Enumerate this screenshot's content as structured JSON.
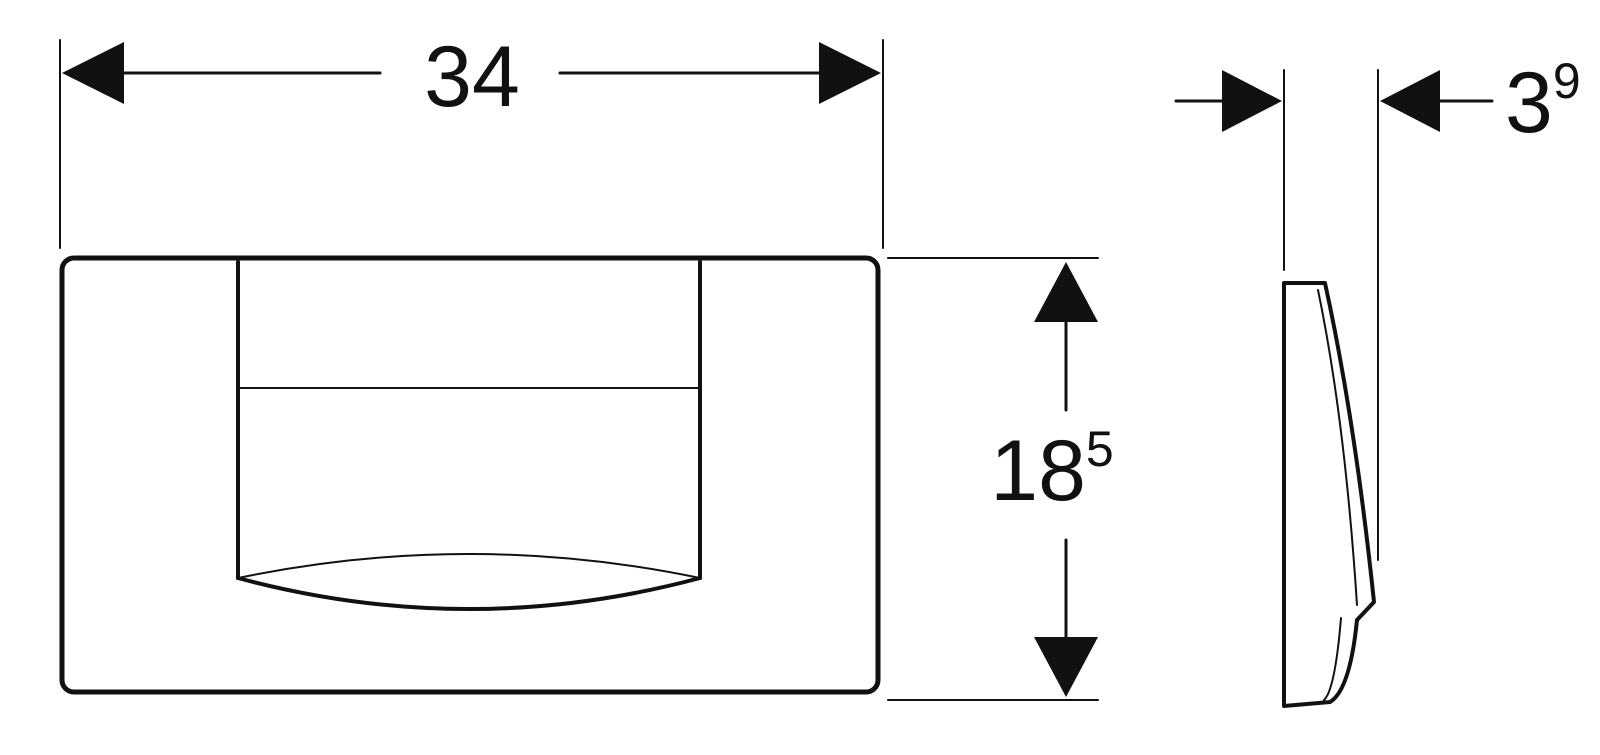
{
  "dimensions": {
    "width": {
      "value": "34"
    },
    "height": {
      "value": "18",
      "superscript": "5"
    },
    "depth": {
      "value": "3",
      "superscript": "9"
    }
  },
  "colors": {
    "line": "#111111",
    "background": "#ffffff"
  }
}
